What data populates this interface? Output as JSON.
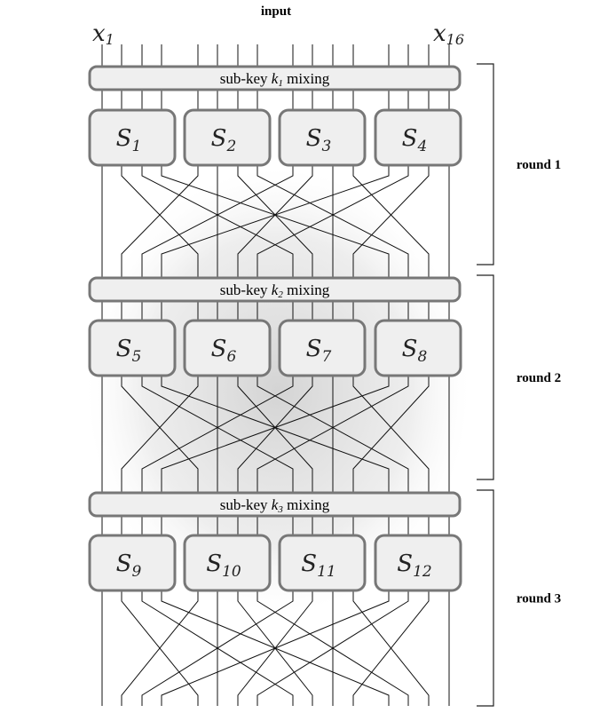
{
  "input_label": "input",
  "x_first": {
    "base": "x",
    "sub": "1"
  },
  "x_last": {
    "base": "x",
    "sub": "16"
  },
  "rounds": [
    {
      "key": {
        "prefix": "sub-key ",
        "var": "k",
        "sub": "1",
        "suffix": " mixing"
      },
      "sboxes": [
        {
          "base": "S",
          "sub": "1"
        },
        {
          "base": "S",
          "sub": "2"
        },
        {
          "base": "S",
          "sub": "3"
        },
        {
          "base": "S",
          "sub": "4"
        }
      ],
      "label": "round 1"
    },
    {
      "key": {
        "prefix": "sub-key ",
        "var": "k",
        "sub": "2",
        "suffix": " mixing"
      },
      "sboxes": [
        {
          "base": "S",
          "sub": "5"
        },
        {
          "base": "S",
          "sub": "6"
        },
        {
          "base": "S",
          "sub": "7"
        },
        {
          "base": "S",
          "sub": "8"
        }
      ],
      "label": "round 2"
    },
    {
      "key": {
        "prefix": "sub-key ",
        "var": "k",
        "sub": "3",
        "suffix": " mixing"
      },
      "sboxes": [
        {
          "base": "S",
          "sub": "9"
        },
        {
          "base": "S",
          "sub": "10"
        },
        {
          "base": "S",
          "sub": "11"
        },
        {
          "base": "S",
          "sub": "12"
        }
      ],
      "label": "round 3"
    }
  ],
  "colors": {
    "box_fill": "#efefef",
    "box_stroke": "#777777",
    "wire": "#111111",
    "glow": "#d6d6d6"
  }
}
